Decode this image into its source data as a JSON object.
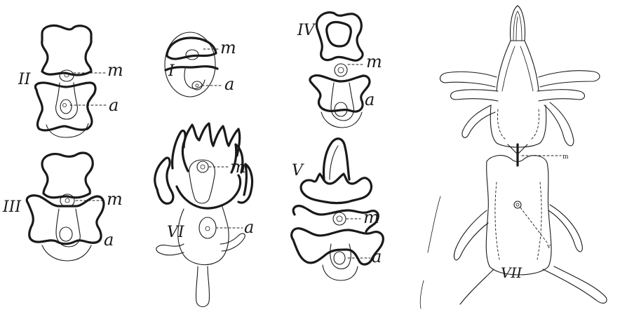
{
  "colors": {
    "ink": "#1a1a1a",
    "paper": "#ffffff"
  },
  "figures": {
    "II": {
      "roman": "II",
      "m": "m",
      "a": "a"
    },
    "I": {
      "roman": "I",
      "m": "m",
      "a": "a"
    },
    "IV": {
      "roman": "IV",
      "m": "m",
      "a": "a"
    },
    "III": {
      "roman": "III",
      "m": "m",
      "a": "a"
    },
    "VI": {
      "roman": "VI",
      "m": "m",
      "a": "a"
    },
    "V": {
      "roman": "V",
      "m": "m",
      "a": "a"
    },
    "VII": {
      "roman": "VII",
      "m": "m",
      "v": "v"
    }
  }
}
